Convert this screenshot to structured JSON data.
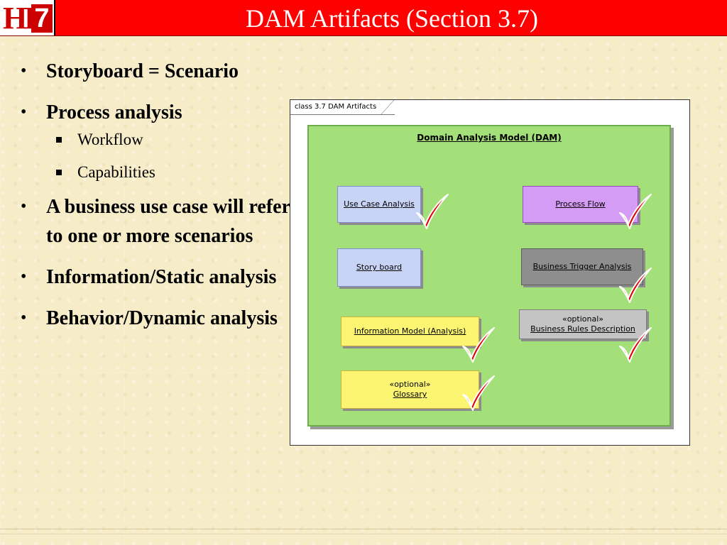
{
  "header": {
    "logo_text": "HL7",
    "title": "DAM Artifacts (Section 3.7)",
    "bar_color": "#ff0000"
  },
  "bullets": [
    {
      "level": 1,
      "text": "Storyboard = Scenario"
    },
    {
      "level": 1,
      "text": "Process analysis"
    },
    {
      "level": 2,
      "text": "Workflow"
    },
    {
      "level": 2,
      "text": "Capabilities"
    },
    {
      "level": 1,
      "text": "A business use case will refer to one or more scenarios"
    },
    {
      "level": 1,
      "text": "Information/Static analysis"
    },
    {
      "level": 1,
      "text": "Behavior/Dynamic analysis"
    }
  ],
  "figure": {
    "tab_label": "class 3.7 DAM Artifacts",
    "package_title": "Domain Analysis Model (DAM)",
    "nodes": [
      {
        "id": "use_case",
        "stereotype": "",
        "name": "Use Case Analysis",
        "color": "#c8d4f6",
        "checked": true
      },
      {
        "id": "process_flow",
        "stereotype": "",
        "name": "Process Flow",
        "color": "#d49cf4",
        "checked": true
      },
      {
        "id": "story_board",
        "stereotype": "",
        "name": "Story board",
        "color": "#c8d4f6",
        "checked": false
      },
      {
        "id": "business_trigger",
        "stereotype": "",
        "name": "Business Trigger Analysis",
        "color": "#8e8e8e",
        "checked": true
      },
      {
        "id": "information_model",
        "stereotype": "",
        "name": "Information Model (Analysis)",
        "color": "#fbf571",
        "checked": true
      },
      {
        "id": "business_rules",
        "stereotype": "«optional»",
        "name": "Business Rules Description",
        "color": "#c4c4c4",
        "checked": true
      },
      {
        "id": "glossary",
        "stereotype": "«optional»",
        "name": "Glossary",
        "color": "#fbf571",
        "checked": true
      }
    ],
    "checkmark_color": "#e00000"
  }
}
